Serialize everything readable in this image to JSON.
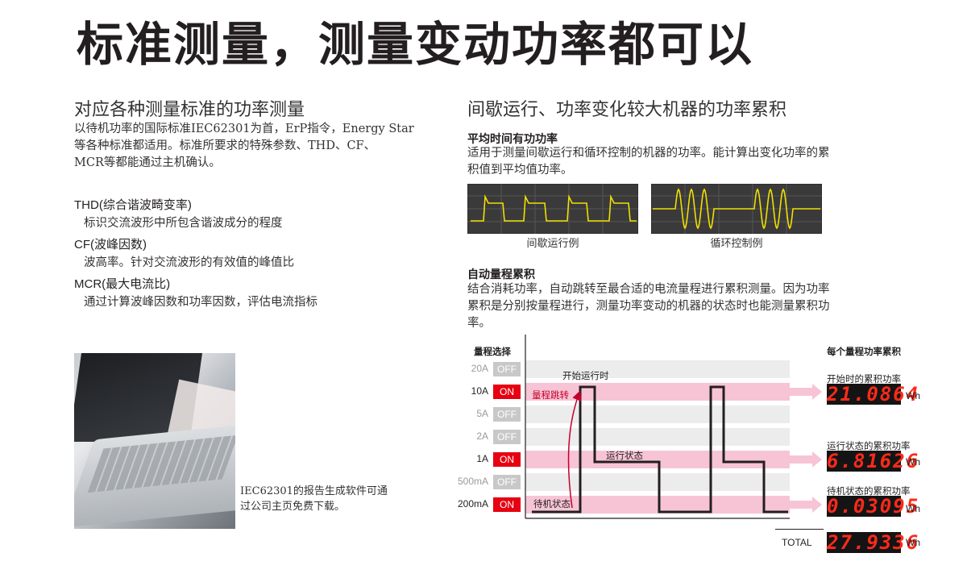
{
  "title": "标准测量，测量变动功率都可以",
  "left": {
    "heading": "对应各种测量标准的功率测量",
    "paragraph": [
      "以待机功率的国际标准IEC62301为首，ErP指令，Energy Star",
      "等各种标准都适用。标准所要求的特殊参数、THD、CF、",
      "MCR等都能通过主机确认。"
    ],
    "terms": [
      {
        "name": "THD(综合谐波畸变率)",
        "desc": "标识交流波形中所包含谐波成分的程度"
      },
      {
        "name": "CF(波峰因数)",
        "desc": "波高率。针对交流波形的有效值的峰值比"
      },
      {
        "name": "MCR(最大电流比)",
        "desc": "通过计算波峰因数和功率因数，评估电流指标"
      }
    ],
    "photo_caption": [
      "IEC62301的报告生成软件可通",
      "过公司主页免费下载。"
    ]
  },
  "right": {
    "heading": "间歇运行、功率变化较大机器的功率累积",
    "avg": {
      "subhead": "平均时间有功功率",
      "text": [
        "适用于测量间歇运行和循环控制的机器的功率。能计算出变化功率的累",
        "积值到平均值功率。"
      ],
      "captions": [
        "间歇运行例",
        "循环控制例"
      ]
    },
    "auto": {
      "subhead": "自动量程累积",
      "text": [
        "结合消耗功率，自动跳转至最合适的电流量程进行累积测量。因为功率",
        "累积是分别按量程进行，测量功率变动的机器的状态时也能测量累积功",
        "率。"
      ]
    }
  },
  "diagram": {
    "range_select_label": "量程选择",
    "per_range_label": "每个量程功率累积",
    "ranges": [
      {
        "label": "20A",
        "state": "OFF"
      },
      {
        "label": "10A",
        "state": "ON"
      },
      {
        "label": "5A",
        "state": "OFF"
      },
      {
        "label": "2A",
        "state": "OFF"
      },
      {
        "label": "1A",
        "state": "ON"
      },
      {
        "label": "500mA",
        "state": "OFF"
      },
      {
        "label": "200mA",
        "state": "ON"
      }
    ],
    "annotations": {
      "start_run": "开始运行时",
      "range_jump": "量程跳转",
      "running": "运行状态",
      "standby": "待机状态"
    },
    "readouts": [
      {
        "label": "开始时的累积功率",
        "value": "21.0864",
        "unit": "Wh"
      },
      {
        "label": "运行状态的累积功率",
        "value": "6.81626",
        "unit": "Wh"
      },
      {
        "label": "待机状态的累积功率",
        "value": "0.03095",
        "unit": "Wh"
      }
    ],
    "total": {
      "label": "TOTAL",
      "value": "27.9336",
      "unit": "Wh"
    },
    "colors": {
      "on": "#e60012",
      "off": "#c8c8c8",
      "band": "#f7c4d6",
      "grey_band": "#ececec",
      "display": "#ff2a1a"
    }
  }
}
